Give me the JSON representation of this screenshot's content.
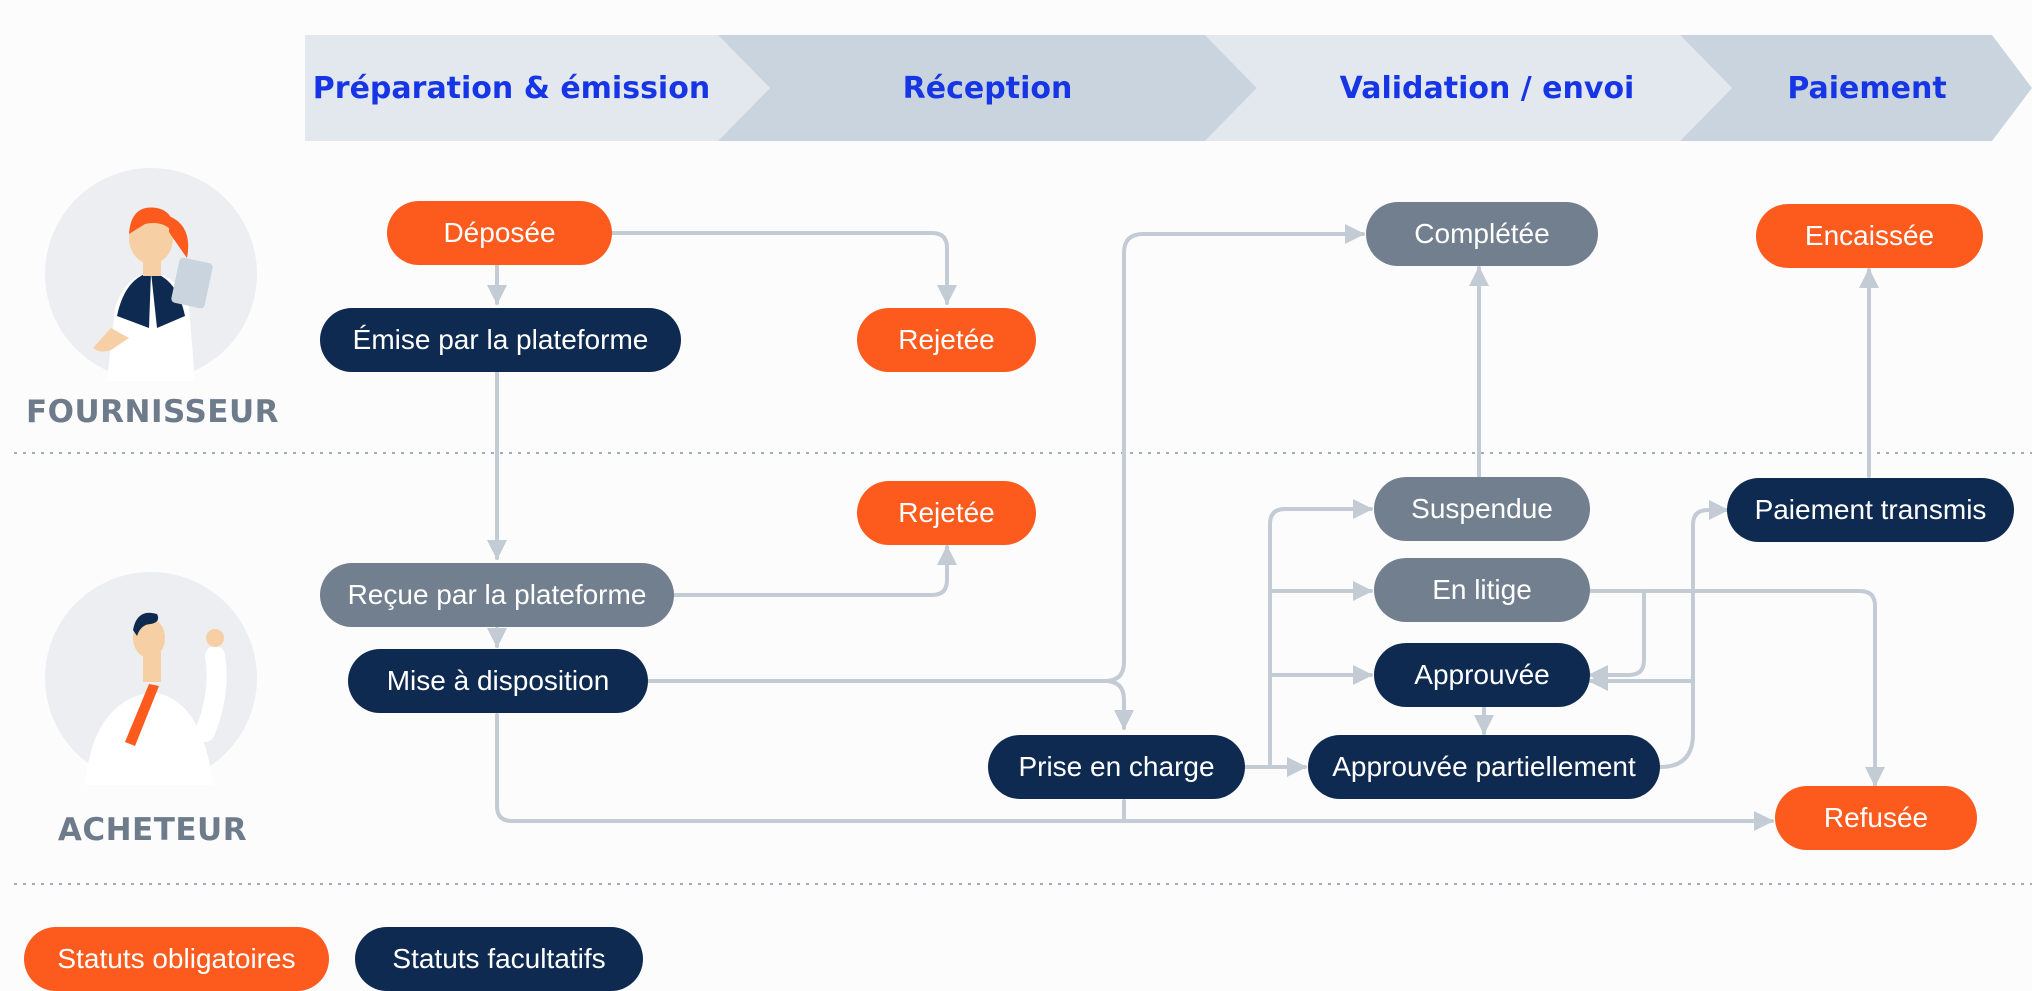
{
  "colors": {
    "mandatory": "#fd5a1e",
    "optional": "#0f2a50",
    "neutral": "#727f8e",
    "phase_text": "#1636e5",
    "arrow": "#c3cbd4"
  },
  "phases": [
    {
      "label": "Préparation & émission"
    },
    {
      "label": "Réception"
    },
    {
      "label": "Validation / envoi"
    },
    {
      "label": "Paiement"
    }
  ],
  "lanes": {
    "supplier": {
      "label": "FOURNISSEUR",
      "icon": "supplier-avatar-icon"
    },
    "buyer": {
      "label": "ACHETEUR",
      "icon": "buyer-avatar-icon"
    }
  },
  "statuses": {
    "deposee": "Déposée",
    "emise": "Émise par la plateforme",
    "rejetee_supplier": "Rejetée",
    "completee": "Complétée",
    "encaissee": "Encaissée",
    "rejetee_buyer": "Rejetée",
    "recue": "Reçue par la plateforme",
    "mise_a_disposition": "Mise à disposition",
    "suspendue": "Suspendue",
    "en_litige": "En litige",
    "approuvee": "Approuvée",
    "approuvee_partiellement": "Approuvée partiellement",
    "prise_en_charge": "Prise en charge",
    "paiement_transmis": "Paiement transmis",
    "refusee": "Refusée"
  },
  "legend": {
    "mandatory": "Statuts obligatoires",
    "optional": "Statuts facultatifs"
  }
}
